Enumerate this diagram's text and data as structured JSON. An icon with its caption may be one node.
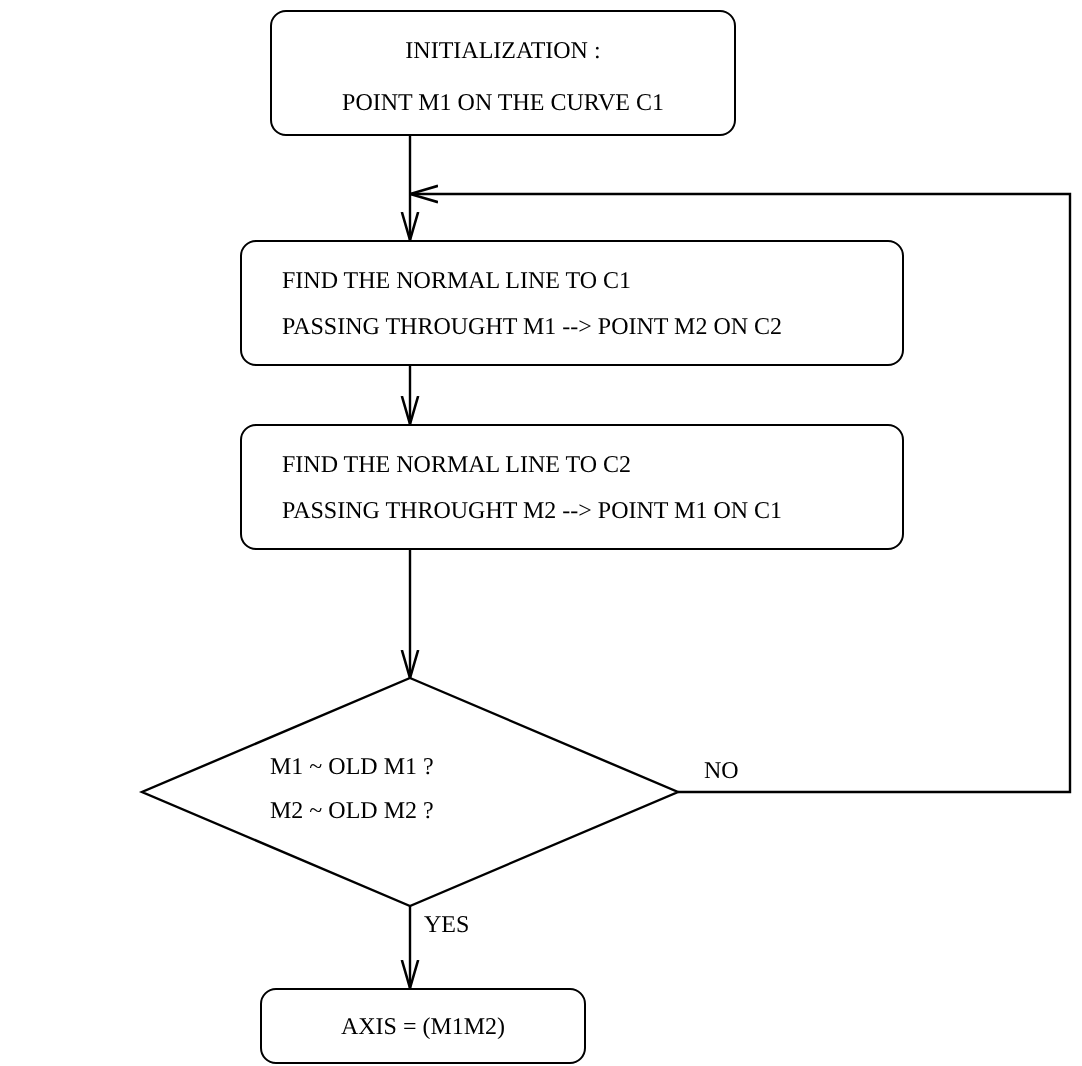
{
  "diagram": {
    "nodes": [
      {
        "text": [
          "INITIALIZATION :",
          "POINT M1 ON THE CURVE C1"
        ]
      },
      {
        "text": [
          "FIND THE NORMAL LINE TO C1",
          "PASSING THROUGHT M1 --> POINT M2 ON C2"
        ]
      },
      {
        "text": [
          "FIND THE NORMAL LINE TO C2",
          "PASSING THROUGHT M2 --> POINT M1 ON C1"
        ]
      },
      {
        "text": [
          "M1 ~ OLD M1 ?",
          "M2 ~ OLD M2 ?"
        ]
      },
      {
        "text": [
          "AXIS = (M1M2)"
        ]
      }
    ],
    "edges": [
      {
        "from": 0,
        "to": 1,
        "arrow": "to"
      },
      {
        "from": 1,
        "to": 2,
        "arrow": "to"
      },
      {
        "from": 2,
        "to": 3,
        "arrow": "to"
      },
      {
        "from": 3,
        "to": 4,
        "label": "YES",
        "arrow": "to"
      },
      {
        "from": 3,
        "to": 1,
        "label": "NO",
        "arrow": "to"
      }
    ]
  }
}
